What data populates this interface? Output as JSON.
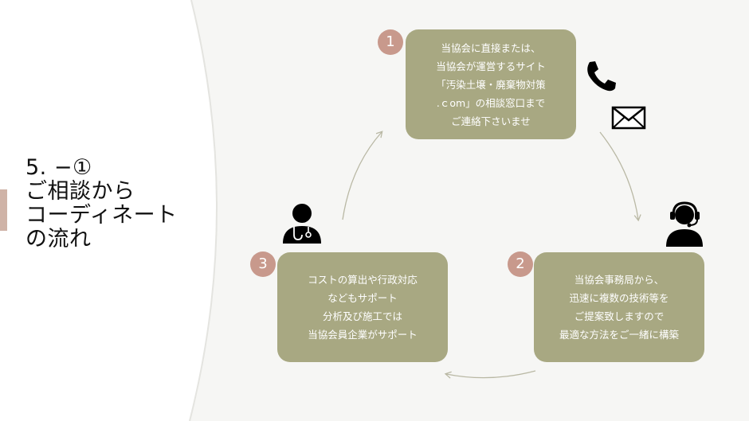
{
  "title": {
    "line1": "5. −①",
    "line2": " ご相談から",
    "line3": "コーディネート",
    "line4": "の流れ"
  },
  "steps": [
    {
      "number": "1",
      "lines": [
        "当協会に直接または、",
        "当協会が運営するサイト",
        "「汚染土壌・廃棄物対策",
        ".ｃom」の相談窓口まで",
        "ご連絡下さいませ"
      ]
    },
    {
      "number": "2",
      "lines": [
        "当協会事務局から、",
        "迅速に複数の技術等を",
        "ご提案致しますので",
        "最適な方法をご一緒に構築"
      ]
    },
    {
      "number": "3",
      "lines": [
        "コストの算出や行政対応",
        "などもサポート",
        "分析及び施工では",
        "当協会員企業がサポート"
      ]
    }
  ],
  "icons": {
    "phone": "phone-icon",
    "mail": "envelope-icon",
    "operator": "headset-operator-icon",
    "doctor": "doctor-stethoscope-icon"
  },
  "colors": {
    "box": "#a8a882",
    "badge": "#c8998c",
    "accent": "#cfb3a7",
    "arrow": "#b9b8a4"
  }
}
